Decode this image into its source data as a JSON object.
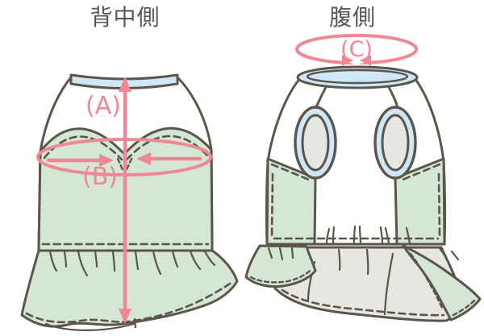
{
  "diagram": {
    "back_view": {
      "title": "背中側",
      "labels": {
        "a": "(A)",
        "b": "(B)"
      }
    },
    "belly_view": {
      "title": "腹側",
      "labels": {
        "c": "(C)"
      }
    },
    "colors": {
      "outline": "#5b554c",
      "body_white": "#ffffff",
      "accent_green": "#d3e7d4",
      "accent_blue": "#cfe7f7",
      "accent_gray": "#e7e7e2",
      "measure_pink": "#ef8894",
      "title_gray": "#565656",
      "background": "#ffffff"
    }
  }
}
